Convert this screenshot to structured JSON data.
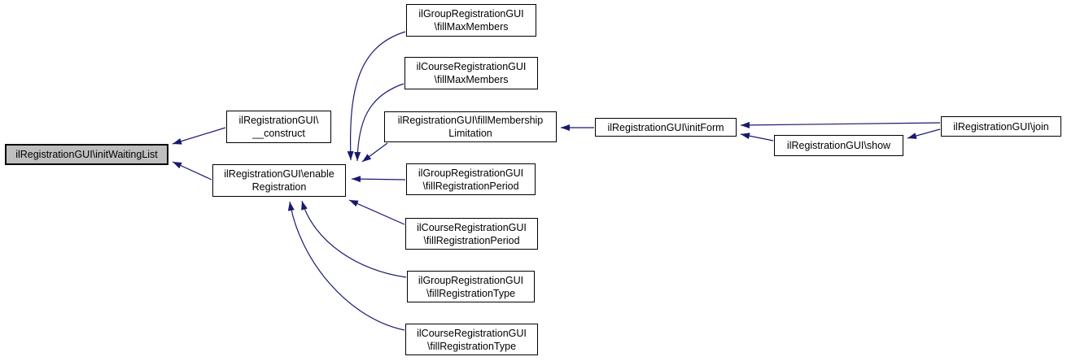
{
  "graph": {
    "type": "doxygen-caller-graph",
    "colors": {
      "background": "#ffffff",
      "edge": "#191970",
      "node_fill": "#ffffff",
      "node_border": "#000000",
      "highlight_fill": "#bfbfbf"
    },
    "nodes": [
      {
        "id": "initWaitingList",
        "label": "ilRegistrationGUI\\initWaitingList",
        "lines": [
          "ilRegistrationGUI\\initWaitingList"
        ],
        "highlighted": true
      },
      {
        "id": "construct",
        "label": "ilRegistrationGUI\\__construct",
        "lines": [
          "ilRegistrationGUI\\",
          "__construct"
        ],
        "highlighted": false
      },
      {
        "id": "enableRegistration",
        "label": "ilRegistrationGUI\\enableRegistration",
        "lines": [
          "ilRegistrationGUI\\enable",
          "Registration"
        ],
        "highlighted": false
      },
      {
        "id": "groupFillMaxMembers",
        "label": "ilGroupRegistrationGUI\\fillMaxMembers",
        "lines": [
          "ilGroupRegistrationGUI",
          "\\fillMaxMembers"
        ],
        "highlighted": false
      },
      {
        "id": "courseFillMaxMembers",
        "label": "ilCourseRegistrationGUI\\fillMaxMembers",
        "lines": [
          "ilCourseRegistrationGUI",
          "\\fillMaxMembers"
        ],
        "highlighted": false
      },
      {
        "id": "fillMembershipLimitation",
        "label": "ilRegistrationGUI\\fillMembershipLimitation",
        "lines": [
          "ilRegistrationGUI\\fillMembership",
          "Limitation"
        ],
        "highlighted": false
      },
      {
        "id": "groupFillRegistrationPeriod",
        "label": "ilGroupRegistrationGUI\\fillRegistrationPeriod",
        "lines": [
          "ilGroupRegistrationGUI",
          "\\fillRegistrationPeriod"
        ],
        "highlighted": false
      },
      {
        "id": "courseFillRegistrationPeriod",
        "label": "ilCourseRegistrationGUI\\fillRegistrationPeriod",
        "lines": [
          "ilCourseRegistrationGUI",
          "\\fillRegistrationPeriod"
        ],
        "highlighted": false
      },
      {
        "id": "groupFillRegistrationType",
        "label": "ilGroupRegistrationGUI\\fillRegistrationType",
        "lines": [
          "ilGroupRegistrationGUI",
          "\\fillRegistrationType"
        ],
        "highlighted": false
      },
      {
        "id": "courseFillRegistrationType",
        "label": "ilCourseRegistrationGUI\\fillRegistrationType",
        "lines": [
          "ilCourseRegistrationGUI",
          "\\fillRegistrationType"
        ],
        "highlighted": false
      },
      {
        "id": "initForm",
        "label": "ilRegistrationGUI\\initForm",
        "lines": [
          "ilRegistrationGUI\\initForm"
        ],
        "highlighted": false
      },
      {
        "id": "show",
        "label": "ilRegistrationGUI\\show",
        "lines": [
          "ilRegistrationGUI\\show"
        ],
        "highlighted": false
      },
      {
        "id": "join",
        "label": "ilRegistrationGUI\\join",
        "lines": [
          "ilRegistrationGUI\\join"
        ],
        "highlighted": false
      }
    ],
    "edges": [
      {
        "from": "ilRegistrationGUI\\__construct",
        "to": "ilRegistrationGUI\\initWaitingList"
      },
      {
        "from": "ilRegistrationGUI\\enableRegistration",
        "to": "ilRegistrationGUI\\initWaitingList"
      },
      {
        "from": "ilGroupRegistrationGUI\\fillMaxMembers",
        "to": "ilRegistrationGUI\\enableRegistration"
      },
      {
        "from": "ilCourseRegistrationGUI\\fillMaxMembers",
        "to": "ilRegistrationGUI\\enableRegistration"
      },
      {
        "from": "ilRegistrationGUI\\fillMembershipLimitation",
        "to": "ilRegistrationGUI\\enableRegistration"
      },
      {
        "from": "ilGroupRegistrationGUI\\fillRegistrationPeriod",
        "to": "ilRegistrationGUI\\enableRegistration"
      },
      {
        "from": "ilCourseRegistrationGUI\\fillRegistrationPeriod",
        "to": "ilRegistrationGUI\\enableRegistration"
      },
      {
        "from": "ilGroupRegistrationGUI\\fillRegistrationType",
        "to": "ilRegistrationGUI\\enableRegistration"
      },
      {
        "from": "ilCourseRegistrationGUI\\fillRegistrationType",
        "to": "ilRegistrationGUI\\enableRegistration"
      },
      {
        "from": "ilRegistrationGUI\\initForm",
        "to": "ilRegistrationGUI\\fillMembershipLimitation"
      },
      {
        "from": "ilRegistrationGUI\\join",
        "to": "ilRegistrationGUI\\initForm"
      },
      {
        "from": "ilRegistrationGUI\\show",
        "to": "ilRegistrationGUI\\initForm"
      },
      {
        "from": "ilRegistrationGUI\\join",
        "to": "ilRegistrationGUI\\show"
      }
    ]
  }
}
